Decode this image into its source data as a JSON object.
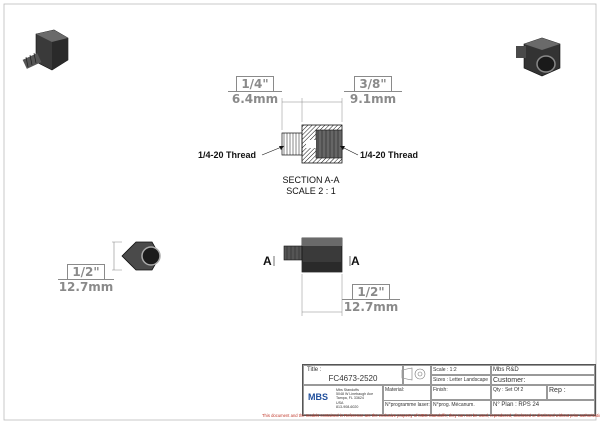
{
  "dimensions": {
    "left_top": {
      "frac": "1/4\"",
      "mm": "6.4mm"
    },
    "right_top": {
      "frac": "3/8\"",
      "mm": "9.1mm"
    },
    "hex_side": {
      "frac": "1/2\"",
      "mm": "12.7mm"
    },
    "front_bottom": {
      "frac": "1/2\"",
      "mm": "12.7mm"
    }
  },
  "callouts": {
    "left_thread": "1/4-20 Thread",
    "right_thread": "1/4-20 Thread"
  },
  "section": {
    "title": "SECTION A-A",
    "scale": "SCALE 2 : 1",
    "marker": "A"
  },
  "title_block": {
    "title_label": "Title :",
    "title_value": "FC4673-2520",
    "scale": "Scale : 1:2",
    "sizes": "Sizes : Letter Landscape",
    "qty": "Qty : Set Of 2",
    "company": "Mbs R&D",
    "customer": "Customer:",
    "rep": "Rep :",
    "plan": "N° Plan : RPS 24",
    "material": "Material:",
    "finish": "Finish:",
    "prog_laser": "N°programme laser:",
    "prog_mecanum": "N°prog. Mécanum.",
    "logo_text": "MBS",
    "address_lines": [
      "Mbs Standoffs",
      "5048 W Linebaugh Ave",
      "Tampa, FL 33624",
      "USA",
      "813-908-6020"
    ]
  },
  "disclaimer": "This document and the models contained in Reference are the exclusive property of MBS-Standoffs; they can not be used, reproduced, disclosed or disclosed without prior authorization."
}
